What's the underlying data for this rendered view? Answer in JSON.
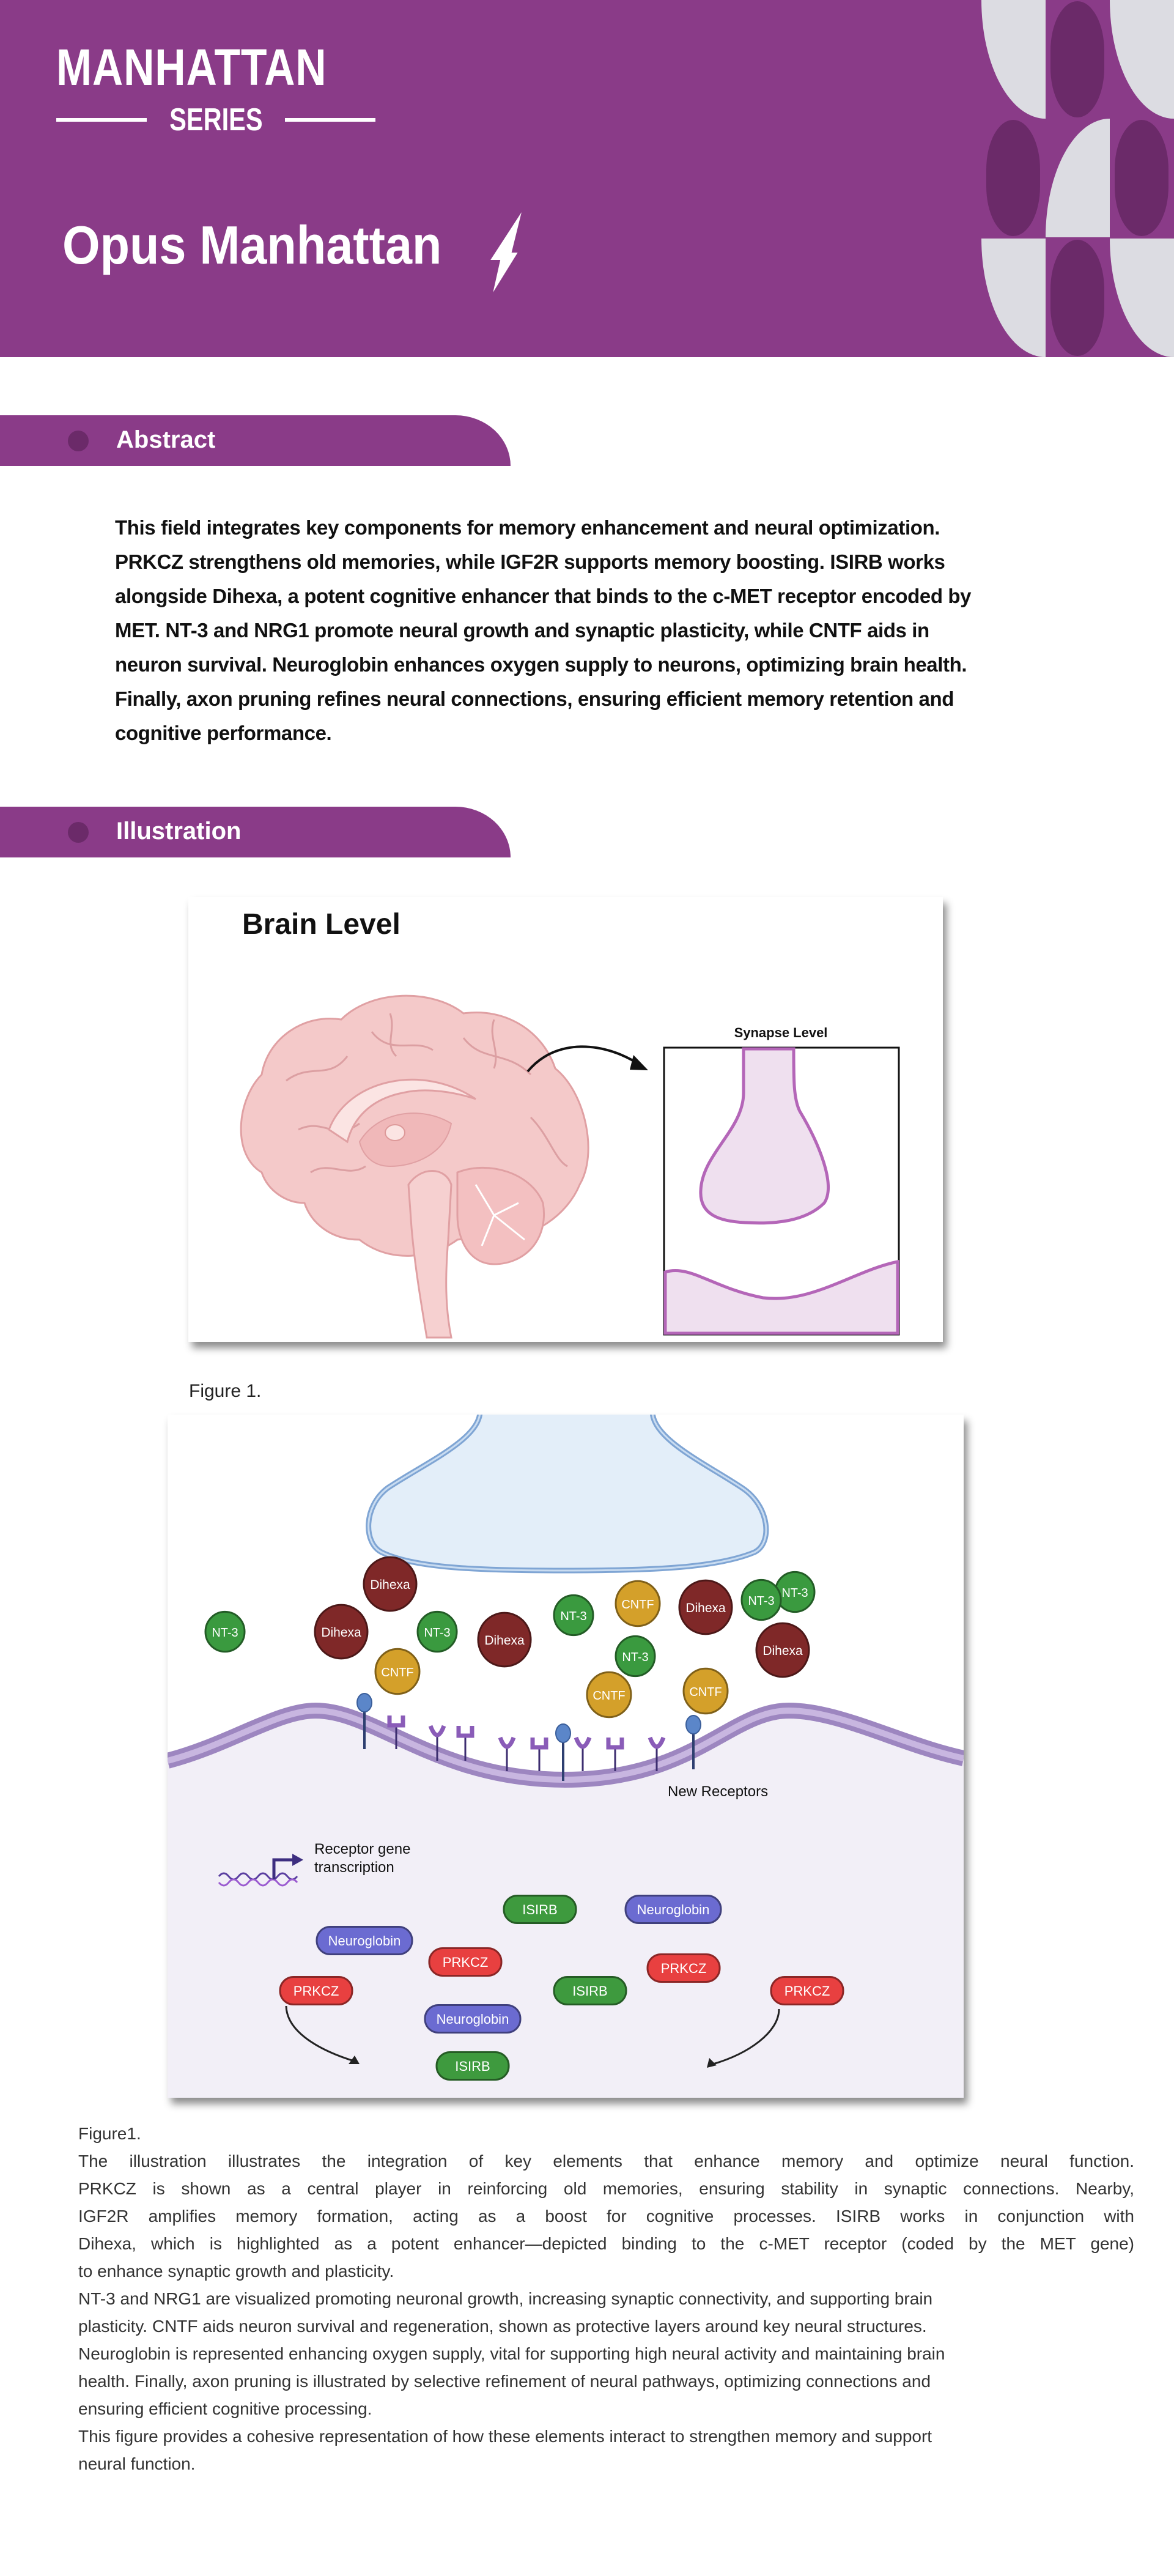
{
  "header": {
    "series_title": "MANHATTAN",
    "series_subtitle": "SERIES",
    "brand": "Opus Manhattan",
    "brand_icon": "lightning-bolt-icon",
    "colors": {
      "primary": "#8a3b88",
      "dark": "#6b2a69",
      "light": "#dcdce2"
    }
  },
  "sections": {
    "abstract_label": "Abstract",
    "illustration_label": "Illustration"
  },
  "abstract": {
    "lines": [
      "This field integrates key components for memory enhancement and neural optimization.",
      "PRKCZ strengthens old memories, while IGF2R supports memory boosting. ISIRB works",
      "alongside Dihexa, a potent cognitive enhancer that binds to the c-MET receptor encoded by",
      "MET. NT-3 and NRG1 promote neural growth and synaptic plasticity, while CNTF aids in",
      "neuron survival. Neuroglobin enhances oxygen supply to neurons, optimizing brain health.",
      "Finally, axon pruning refines neural connections, ensuring efficient memory retention and",
      "cognitive performance."
    ]
  },
  "figure1": {
    "title": "Brain Level",
    "inset_title": "Synapse Level",
    "caption": "Figure 1."
  },
  "figure2": {
    "molecules": [
      "NT-3",
      "Dihexa",
      "Dihexa",
      "NT-3",
      "CNTF",
      "Dihexa",
      "NT-3",
      "CNTF",
      "Dihexa",
      "NT-3",
      "NT-3",
      "Dihexa",
      "CNTF",
      "NT-3",
      "CNTF"
    ],
    "receptor_label": "New Receptors",
    "transcription_label_line1": "Receptor gene",
    "transcription_label_line2": "transcription",
    "proteins": [
      "ISIRB",
      "Neuroglobin",
      "Neuroglobin",
      "PRKCZ",
      "PRKCZ",
      "PRKCZ",
      "ISIRB",
      "PRKCZ",
      "Neuroglobin",
      "ISIRB"
    ],
    "colors": {
      "Dihexa": "#7f2828",
      "NT-3": "#3a9a3f",
      "CNTF": "#d4a02a",
      "ISIRB": "#3e9a3e",
      "Neuroglobin": "#6b6bd1",
      "PRKCZ": "#e84040"
    }
  },
  "caption": {
    "heading": "Figure1.",
    "lines": [
      {
        "text": "The illustration illustrates the integration of key elements that enhance memory and optimize neural function.",
        "justify": true
      },
      {
        "text": "PRKCZ is shown as a central player in reinforcing old memories, ensuring stability in synaptic connections. Nearby,",
        "justify": true
      },
      {
        "text": "IGF2R amplifies memory formation, acting as a boost for cognitive processes. ISIRB works in conjunction with",
        "justify": true
      },
      {
        "text": "Dihexa, which is highlighted as a potent enhancer—depicted binding to the c-MET receptor (coded by the MET gene)",
        "justify": true
      },
      {
        "text": "to enhance synaptic growth and plasticity.",
        "justify": false
      },
      {
        "text": "NT-3 and NRG1 are visualized promoting neuronal growth, increasing synaptic connectivity, and supporting brain",
        "justify": false
      },
      {
        "text": "plasticity. CNTF aids neuron survival and regeneration, shown as protective layers around key neural structures.",
        "justify": false
      },
      {
        "text": "Neuroglobin is represented enhancing oxygen supply, vital for supporting high neural activity and maintaining brain",
        "justify": false
      },
      {
        "text": "health. Finally, axon pruning is illustrated by selective refinement of neural pathways, optimizing connections and",
        "justify": false
      },
      {
        "text": "ensuring efficient cognitive processing.",
        "justify": false
      },
      {
        "text": "This figure provides a cohesive representation of how these elements interact to strengthen memory and support",
        "justify": false
      },
      {
        "text": "neural function.",
        "justify": false
      }
    ]
  }
}
